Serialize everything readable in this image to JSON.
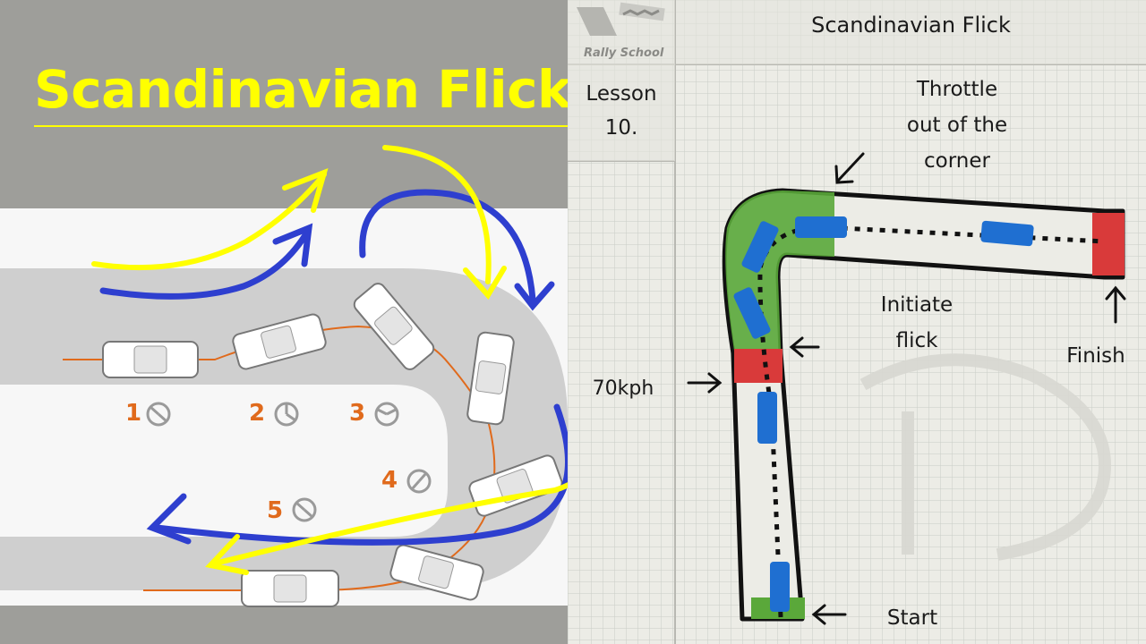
{
  "banner": {
    "title": "Scandinavian Flick!"
  },
  "diagram": {
    "steps": [
      "1",
      "2",
      "3",
      "4",
      "5"
    ]
  },
  "sheet": {
    "logo_text": "Rally School",
    "header_title": "Scandinavian Flick",
    "lesson_label": "Lesson",
    "lesson_number": "10.",
    "speed_label": "70kph",
    "throttle_annotation": [
      "Throttle",
      "out of the",
      "corner"
    ],
    "initiate_annotation": [
      "Initiate",
      "flick"
    ],
    "finish_label": "Finish",
    "start_label": "Start"
  },
  "colors": {
    "banner_yellow": "#ffff00",
    "arrow_blue": "#2e3fcf",
    "step_orange": "#e06a1c",
    "car_blue": "#1f6fd1",
    "zone_green": "#5aa83a",
    "zone_red": "#d93a3a"
  }
}
